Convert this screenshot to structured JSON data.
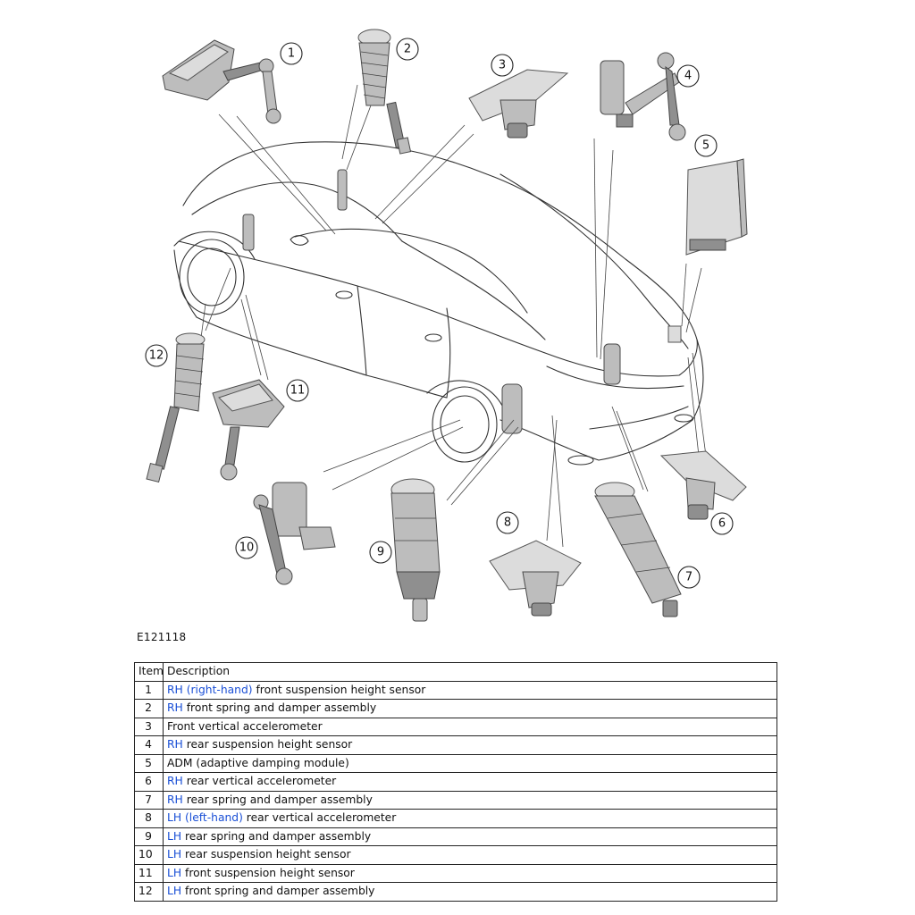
{
  "figure_id": "E121118",
  "callouts": [
    "1",
    "2",
    "3",
    "4",
    "5",
    "6",
    "7",
    "8",
    "9",
    "10",
    "11",
    "12"
  ],
  "table": {
    "headers": {
      "item": "Item",
      "description": "Description"
    },
    "rows": [
      {
        "item": "1",
        "abbr": "RH (right-hand)",
        "text": " front suspension height sensor"
      },
      {
        "item": "2",
        "abbr": "RH",
        "text": " front spring and damper assembly"
      },
      {
        "item": "3",
        "abbr": "",
        "text": "Front vertical accelerometer"
      },
      {
        "item": "4",
        "abbr": "RH",
        "text": " rear suspension height sensor"
      },
      {
        "item": "5",
        "abbr": "",
        "text": "ADM (adaptive damping module)"
      },
      {
        "item": "6",
        "abbr": "RH",
        "text": " rear vertical accelerometer"
      },
      {
        "item": "7",
        "abbr": "RH",
        "text": " rear spring and damper assembly"
      },
      {
        "item": "8",
        "abbr": "LH (left-hand)",
        "text": " rear vertical accelerometer"
      },
      {
        "item": "9",
        "abbr": "LH",
        "text": " rear spring and damper assembly"
      },
      {
        "item": "10",
        "abbr": "LH",
        "text": " rear suspension height sensor"
      },
      {
        "item": "11",
        "abbr": "LH",
        "text": " front suspension height sensor"
      },
      {
        "item": "12",
        "abbr": "LH",
        "text": " front spring and damper assembly"
      }
    ]
  },
  "colors": {
    "abbr_link": "#1a4fd6",
    "border": "#222222"
  }
}
